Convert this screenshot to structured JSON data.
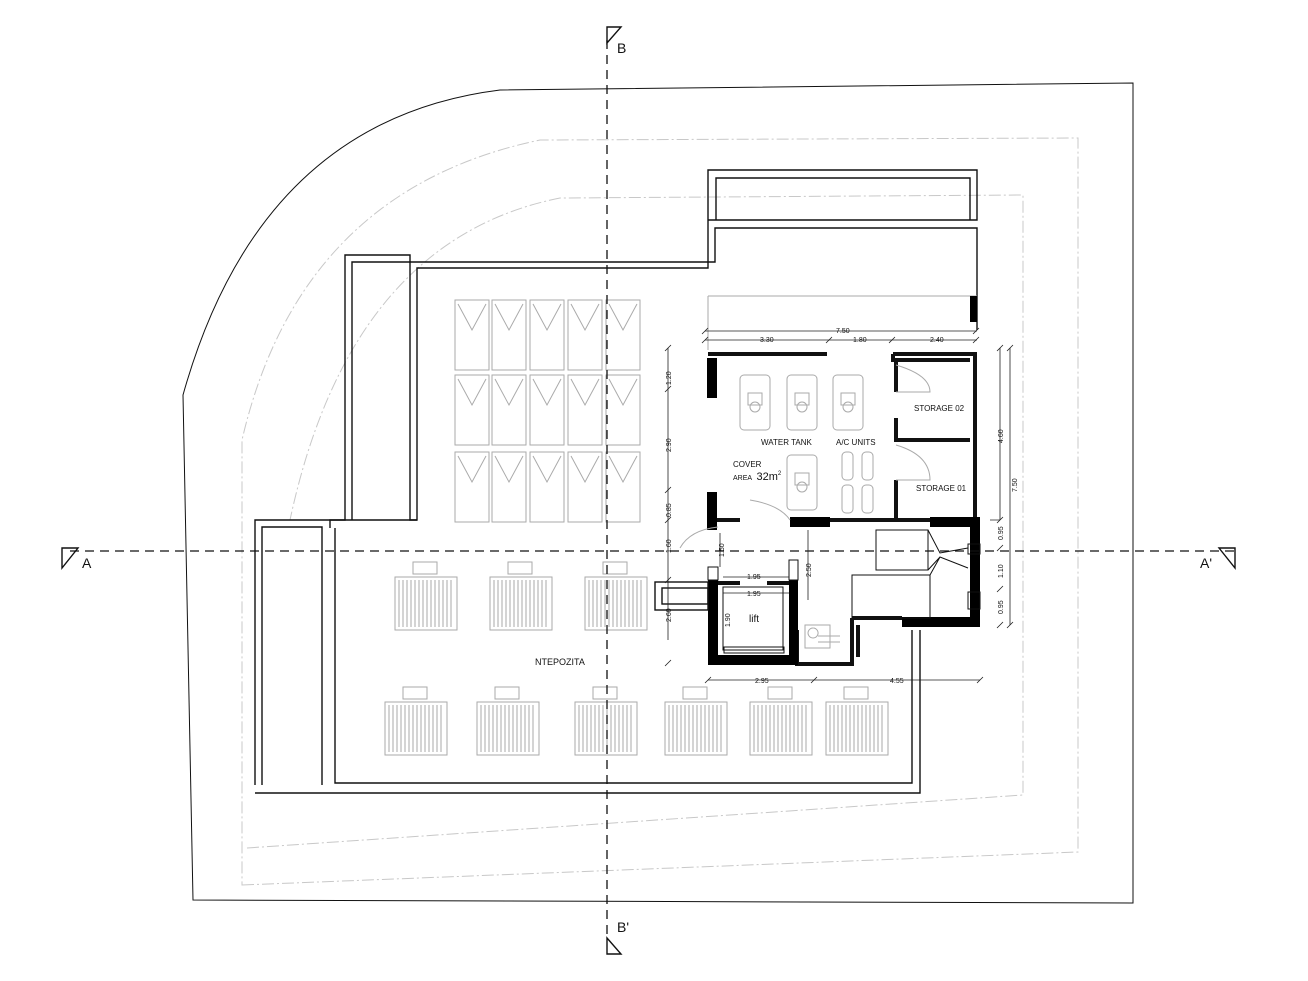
{
  "sections": {
    "a": "A",
    "a_prime": "A'",
    "b": "B",
    "b_prime": "B'"
  },
  "rooms": {
    "water_tank": "WATER TANK",
    "ac_units": "A/C UNITS",
    "cover": "COVER",
    "area_prefix": "AREA",
    "area_value": "32m",
    "area_sup": "2",
    "storage_02": "STORAGE 02",
    "storage_01": "STORAGE 01",
    "lift": "lift",
    "terrace": "NTEPOZITA"
  },
  "dimensions": {
    "top_total": "7.50",
    "top_1": "3.30",
    "top_2": "1.80",
    "top_3": "2.40",
    "left_1": "1.20",
    "left_2": "2.90",
    "left_3": "0.85",
    "left_4": "1.60",
    "left_5": "2.60",
    "lift_door_h": "1.50",
    "lift_w_outer": "1.95",
    "lift_w_inner": "1.95",
    "lift_h": "1.90",
    "corridor_h": "2.50",
    "bottom_1": "2.95",
    "bottom_2": "4.55",
    "right_1": "4.60",
    "right_total": "7.50",
    "right_2": "0.95",
    "right_3": "1.10",
    "right_4": "0.95"
  }
}
